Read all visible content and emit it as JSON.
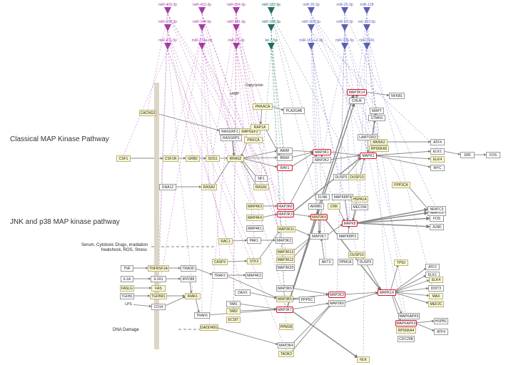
{
  "sections": {
    "classical": "Classical MAP Kinase Pathway",
    "jnk": "JNK and p38 MAP kinase pathway"
  },
  "stimuli": {
    "stress": [
      "Serum, Cytotoxic Drugs, irradiation",
      "heatshock, ROS, Stress"
    ],
    "dna": "DNA Damage"
  },
  "mirnas": [
    {
      "id": "m1",
      "label": "miR-409-3p",
      "color": "#a53aa5"
    },
    {
      "id": "m2",
      "label": "miR-410-3p",
      "color": "#a53aa5"
    },
    {
      "id": "m3",
      "label": "miR-654-3p",
      "color": "#a53aa5"
    },
    {
      "id": "m4",
      "label": "miR-182-5p",
      "color": "#1f6e63"
    },
    {
      "id": "m5",
      "label": "miR-26-3p",
      "color": "#5a5fb4"
    },
    {
      "id": "m6",
      "label": "miR-25-3p",
      "color": "#5a5fb4"
    },
    {
      "id": "m7",
      "label": "miR-128",
      "color": "#5a5fb4"
    },
    {
      "id": "m8",
      "label": "miR-136-3p",
      "color": "#a53aa5"
    },
    {
      "id": "m9",
      "label": "miR-144-5p",
      "color": "#a53aa5"
    },
    {
      "id": "m10",
      "label": "miR-381-3p",
      "color": "#a53aa5"
    },
    {
      "id": "m11",
      "label": "miR-183-3p",
      "color": "#1f6e63"
    },
    {
      "id": "m12",
      "label": "miR-223-3p",
      "color": "#5a5fb4"
    },
    {
      "id": "m13",
      "label": "miR-23-3p",
      "color": "#5a5fb4"
    },
    {
      "id": "m14",
      "label": "mir-223-5p",
      "color": "#5a5fb4"
    },
    {
      "id": "m15",
      "label": "miR-411-5p",
      "color": "#a53aa5"
    },
    {
      "id": "m16",
      "label": "miR-374a-3p",
      "color": "#a53aa5"
    },
    {
      "id": "m17",
      "label": "miR-27-3p",
      "color": "#a53aa5"
    },
    {
      "id": "m18",
      "label": "let-7-5p",
      "color": "#1f6e63"
    },
    {
      "id": "m19",
      "label": "miR-181a-2-3p",
      "color": "#5a5fb4"
    },
    {
      "id": "m20",
      "label": "miR-106-5p",
      "color": "#5a5fb4"
    },
    {
      "id": "m21",
      "label": "miR-1041",
      "color": "#5a5fb4"
    }
  ],
  "metabolites": [
    "Diglyceride",
    "cAMP"
  ],
  "nodes": [
    {
      "id": "CACNG3",
      "label": "CACNG3",
      "style": "y"
    },
    {
      "id": "CSF1",
      "label": "CSF1",
      "style": "y"
    },
    {
      "id": "CSF1R",
      "label": "CSF1R",
      "style": "y"
    },
    {
      "id": "GRB2",
      "label": "GRB2",
      "style": "y"
    },
    {
      "id": "SOS1",
      "label": "SOS1",
      "style": "y"
    },
    {
      "id": "RRAS2",
      "label": "RRAS2",
      "style": "y"
    },
    {
      "id": "RASGRF1",
      "label": "RASGRF1",
      "style": "w"
    },
    {
      "id": "RAPGEF2",
      "label": "RAPGEF2",
      "style": "y"
    },
    {
      "id": "RASGRP1",
      "label": "RASGRP1",
      "style": "w"
    },
    {
      "id": "PRKACA",
      "label": "PRKACA",
      "style": "y"
    },
    {
      "id": "PLA2G4B",
      "label": "PLA2G4B",
      "style": "w"
    },
    {
      "id": "RAP1A",
      "label": "RAP1A",
      "style": "y"
    },
    {
      "id": "PRKCA",
      "label": "PRKCA",
      "style": "y"
    },
    {
      "id": "ARAF",
      "label": "ARAF",
      "style": "w"
    },
    {
      "id": "BRAF",
      "label": "BRAF",
      "style": "w"
    },
    {
      "id": "RAF1",
      "label": "RAF1",
      "style": "r"
    },
    {
      "id": "NF1",
      "label": "NF1",
      "style": "w"
    },
    {
      "id": "RASA1",
      "label": "RASA1",
      "style": "y"
    },
    {
      "id": "RASA2",
      "label": "RASA2",
      "style": "y"
    },
    {
      "id": "GNA12",
      "label": "GNA12",
      "style": "w"
    },
    {
      "id": "MAP3K14",
      "label": "MAP3K14",
      "style": "r"
    },
    {
      "id": "NFKB1",
      "label": "NFKB1",
      "style": "w"
    },
    {
      "id": "CHUK",
      "label": "CHUK",
      "style": "w"
    },
    {
      "id": "MAPT",
      "label": "MAPT",
      "style": "w"
    },
    {
      "id": "STMN1",
      "label": "STMN1",
      "style": "w"
    },
    {
      "id": "LAMTOR3",
      "label": "LAMTOR3",
      "style": "w"
    },
    {
      "id": "MAP3K1",
      "label": "MAP3K1",
      "style": "r"
    },
    {
      "id": "MAP2K2",
      "label": "MAP2K2",
      "style": "w"
    },
    {
      "id": "MAPK1",
      "label": "MAPK1",
      "style": "r"
    },
    {
      "id": "MKNK2",
      "label": "MKNK2",
      "style": "y"
    },
    {
      "id": "RPS6KA5",
      "label": "RPS6KA5",
      "style": "y"
    },
    {
      "id": "ATF4a",
      "label": "ATF4",
      "style": "w"
    },
    {
      "id": "ELK1a",
      "label": "ELK1",
      "style": "w"
    },
    {
      "id": "ELK4a",
      "label": "ELK4",
      "style": "y"
    },
    {
      "id": "MYC",
      "label": "MYC",
      "style": "w"
    },
    {
      "id": "SRF",
      "label": "SRF",
      "style": "w"
    },
    {
      "id": "FOS",
      "label": "FOS",
      "style": "w"
    },
    {
      "id": "DUSP3",
      "label": "DUSP3",
      "style": "w"
    },
    {
      "id": "DUSP10a",
      "label": "DUSP10",
      "style": "y"
    },
    {
      "id": "PPP3CA",
      "label": "PPP3CA",
      "style": "y"
    },
    {
      "id": "NFATC1",
      "label": "NFATC1",
      "style": "w"
    },
    {
      "id": "NFATC3",
      "label": "NFATC3",
      "style": "w"
    },
    {
      "id": "FOS2",
      "label": "FOS",
      "style": "w"
    },
    {
      "id": "JUND",
      "label": "JUND",
      "style": "w"
    },
    {
      "id": "MAPK8IP3",
      "label": "MAPK8IP3",
      "style": "w"
    },
    {
      "id": "FLNA",
      "label": "FLNA",
      "style": "w"
    },
    {
      "id": "ARRB1",
      "label": "ARRB1",
      "style": "w"
    },
    {
      "id": "CRK",
      "label": "CRK",
      "style": "y"
    },
    {
      "id": "HSPA1A",
      "label": "HSPA1A",
      "style": "y"
    },
    {
      "id": "MECOM",
      "label": "MECOM",
      "style": "w"
    },
    {
      "id": "MAP3K4",
      "label": "MAP3K4",
      "style": "yr"
    },
    {
      "id": "MAPK8",
      "label": "MAPK8",
      "style": "r"
    },
    {
      "id": "MAP3K8",
      "label": "MAP3K8",
      "style": "r"
    },
    {
      "id": "MAP3K3",
      "label": "MAP3K3",
      "style": "r"
    },
    {
      "id": "MAP4K3",
      "label": "MAP4K3",
      "style": "y"
    },
    {
      "id": "MAP4K4",
      "label": "MAP4K4",
      "style": "y"
    },
    {
      "id": "MAP4K1",
      "label": "MAP4K1",
      "style": "w"
    },
    {
      "id": "MAP3K11",
      "label": "MAP3K11",
      "style": "y"
    },
    {
      "id": "MAP2K7",
      "label": "MAP2K7",
      "style": "w"
    },
    {
      "id": "MAPK8IP2",
      "label": "MAPK8IP2",
      "style": "w"
    },
    {
      "id": "RAC1",
      "label": "RAC1",
      "style": "y"
    },
    {
      "id": "PAK1",
      "label": "PAK1",
      "style": "w"
    },
    {
      "id": "MAP3K2",
      "label": "MAP3K2",
      "style": "w"
    },
    {
      "id": "CASP3",
      "label": "CASP3",
      "style": "y"
    },
    {
      "id": "STK3",
      "label": "STK3",
      "style": "y"
    },
    {
      "id": "MAP3K13",
      "label": "MAP3K13",
      "style": "y"
    },
    {
      "id": "MAP3K12",
      "label": "MAP3K12",
      "style": "y"
    },
    {
      "id": "MAP3K20",
      "label": "MAP3K20",
      "style": "w"
    },
    {
      "id": "AKT3",
      "label": "AKT3",
      "style": "w"
    },
    {
      "id": "PPM1A",
      "label": "PPM1A",
      "style": "w"
    },
    {
      "id": "DUSP3b",
      "label": "DUSP3",
      "style": "w"
    },
    {
      "id": "DUSP10b",
      "label": "DUSP10",
      "style": "y"
    },
    {
      "id": "TP53",
      "label": "TP53",
      "style": "y"
    },
    {
      "id": "ATF2",
      "label": "ATF2",
      "style": "w"
    },
    {
      "id": "ELK1b",
      "label": "ELK1",
      "style": "w"
    },
    {
      "id": "TNF",
      "label": "TNF",
      "style": "w"
    },
    {
      "id": "TNFRSF1A",
      "label": "TNFRSF1A",
      "style": "y"
    },
    {
      "id": "TRADD",
      "label": "TRADD",
      "style": "w"
    },
    {
      "id": "IL1A",
      "label": "IL1A",
      "style": "w"
    },
    {
      "id": "IL1R1",
      "label": "IL1R1",
      "style": "w"
    },
    {
      "id": "MYD88",
      "label": "MYD88",
      "style": "w"
    },
    {
      "id": "FASLG",
      "label": "FASLG",
      "style": "y"
    },
    {
      "id": "FAS",
      "label": "FAS",
      "style": "y"
    },
    {
      "id": "TGFB1",
      "label": "TGFB1",
      "style": "w"
    },
    {
      "id": "TGFBR1",
      "label": "TGFBR1",
      "style": "y"
    },
    {
      "id": "IRAK1",
      "label": "IRAK1",
      "style": "y"
    },
    {
      "id": "LPS",
      "label": "LPS",
      "style": "t"
    },
    {
      "id": "CD14",
      "label": "CD14",
      "style": "w"
    },
    {
      "id": "TRAF2",
      "label": "TRAF2",
      "style": "w"
    },
    {
      "id": "MAP4K2",
      "label": "MAP4K2",
      "style": "w"
    },
    {
      "id": "DAXX",
      "label": "DAXX",
      "style": "w"
    },
    {
      "id": "MAP3K6",
      "label": "MAP3K6",
      "style": "w"
    },
    {
      "id": "MAP3K5",
      "label": "MAP3K5",
      "style": "y"
    },
    {
      "id": "MAP2K3",
      "label": "MAP2K3",
      "style": "r"
    },
    {
      "id": "MAP2K6",
      "label": "MAP2K6",
      "style": "w"
    },
    {
      "id": "PPP5C",
      "label": "PPP5C",
      "style": "w"
    },
    {
      "id": "MAPK14",
      "label": "MAPK14",
      "style": "r"
    },
    {
      "id": "ELK4b",
      "label": "ELK4",
      "style": "y"
    },
    {
      "id": "DDIT3",
      "label": "DDIT3",
      "style": "w"
    },
    {
      "id": "MAX",
      "label": "MAX",
      "style": "y"
    },
    {
      "id": "MEF2C",
      "label": "MEF2C",
      "style": "y"
    },
    {
      "id": "TAB1",
      "label": "TAB1",
      "style": "w"
    },
    {
      "id": "TAB2",
      "label": "TAB2",
      "style": "y"
    },
    {
      "id": "ECSIT",
      "label": "ECSIT",
      "style": "y"
    },
    {
      "id": "TRAF6",
      "label": "TRAF6",
      "style": "w"
    },
    {
      "id": "MAP3K7",
      "label": "MAP3K7",
      "style": "r"
    },
    {
      "id": "GADD45G",
      "label": "GADD45G",
      "style": "y"
    },
    {
      "id": "PPM1B",
      "label": "PPM1B",
      "style": "y"
    },
    {
      "id": "MAP3K4b",
      "label": "MAP3K4",
      "style": "w"
    },
    {
      "id": "TAOK3",
      "label": "TAOK3",
      "style": "y"
    },
    {
      "id": "NLK",
      "label": "NLK",
      "style": "y"
    },
    {
      "id": "MAPKAPK5",
      "label": "MAPKAPK5",
      "style": "w"
    },
    {
      "id": "MAPKAPK3",
      "label": "MAPKAPK3",
      "style": "r"
    },
    {
      "id": "HSPB1",
      "label": "HSPB1",
      "style": "w"
    },
    {
      "id": "RPS6KA4",
      "label": "RPS6KA4",
      "style": "y"
    },
    {
      "id": "ATF4b",
      "label": "ATF4",
      "style": "w"
    },
    {
      "id": "CDC25B",
      "label": "CDC25B",
      "style": "w"
    }
  ],
  "edges": [
    [
      "CSF1",
      "CSF1R"
    ],
    [
      "CSF1R",
      "GRB2"
    ],
    [
      "GRB2",
      "SOS1"
    ],
    [
      "SOS1",
      "RRAS2"
    ],
    [
      "RRAS2",
      "ARAF"
    ],
    [
      "RRAS2",
      "BRAF"
    ],
    [
      "RRAS2",
      "RAF1"
    ],
    [
      "RASGRF1",
      "RRAS2"
    ],
    [
      "RASGRP1",
      "RRAS2"
    ],
    [
      "PRKCA",
      "RRAS2"
    ],
    [
      "RAPGEF2",
      "RAP1A"
    ],
    [
      "RAP1A",
      "BRAF"
    ],
    [
      "PRKACA",
      "RAP1A"
    ],
    [
      "PRKACA",
      "PLA2G4B"
    ],
    [
      "BRAF",
      "MAP3K1"
    ],
    [
      "RAF1",
      "MAP3K1"
    ],
    [
      "ARAF",
      "MAP3K1"
    ],
    [
      "MAP3K1",
      "MAP2K2"
    ],
    [
      "MAP3K1",
      "MAPK1"
    ],
    [
      "MAP2K2",
      "MAPK1"
    ],
    [
      "LAMTOR3",
      "MAPK1"
    ],
    [
      "MAPK1",
      "MKNK2"
    ],
    [
      "MAPK1",
      "RPS6KA5"
    ],
    [
      "MAPK1",
      "ELK1a"
    ],
    [
      "MAPK1",
      "ELK4a"
    ],
    [
      "MAPK1",
      "MYC"
    ],
    [
      "ELK1a",
      "SRF"
    ],
    [
      "SRF",
      "FOS"
    ],
    [
      "MKNK2",
      "ATF4a"
    ],
    [
      "MAPK1",
      "MAPT"
    ],
    [
      "MAPK1",
      "STMN1"
    ],
    [
      "DUSP3",
      "MAPK1"
    ],
    [
      "DUSP10a",
      "MAPK1"
    ],
    [
      "MAP3K14",
      "NFKB1"
    ],
    [
      "MAP3K14",
      "CHUK"
    ],
    [
      "RASA1",
      "RRAS2"
    ],
    [
      "RASA2",
      "RRAS2"
    ],
    [
      "NF1",
      "RRAS2"
    ],
    [
      "GNA12",
      "RASA2"
    ],
    [
      "CACNG3",
      "RASGRF1"
    ],
    [
      "MAP3K8",
      "MAP3K1"
    ],
    [
      "MAP3K3",
      "MAP3K4"
    ],
    [
      "MAP4K3",
      "MAP3K8"
    ],
    [
      "MAP4K4",
      "MAP3K3"
    ],
    [
      "MAP3K4",
      "MAP2K7"
    ],
    [
      "MAP2K7",
      "MAPK8"
    ],
    [
      "MAP3K11",
      "MAP2K7"
    ],
    [
      "MAPK8IP3",
      "MAPK8"
    ],
    [
      "CRK",
      "MAPK8"
    ],
    [
      "MAPK8",
      "NFATC1"
    ],
    [
      "MAPK8",
      "NFATC3"
    ],
    [
      "MAPK8",
      "FOS2"
    ],
    [
      "MAPK8",
      "JUND"
    ],
    [
      "PPP3CA",
      "NFATC1"
    ],
    [
      "RAC1",
      "PAK1"
    ],
    [
      "PAK1",
      "MAP3K2"
    ],
    [
      "CASP3",
      "STK3"
    ],
    [
      "MAP3K13",
      "MAP2K7"
    ],
    [
      "MAP3K12",
      "MAP2K7"
    ],
    [
      "AKT3",
      "MAP2K7"
    ],
    [
      "MAPK14",
      "ATF2"
    ],
    [
      "MAPK14",
      "ELK1b"
    ],
    [
      "MAPK14",
      "TP53"
    ],
    [
      "DUSP10b",
      "MAPK14"
    ],
    [
      "TNF",
      "TNFRSF1A"
    ],
    [
      "TNFRSF1A",
      "TRADD"
    ],
    [
      "IL1A",
      "IL1R1"
    ],
    [
      "IL1R1",
      "MYD88"
    ],
    [
      "FASLG",
      "FAS"
    ],
    [
      "TGFB1",
      "TGFBR1"
    ],
    [
      "TGFBR1",
      "IRAK1"
    ],
    [
      "LPS",
      "CD14"
    ],
    [
      "MYD88",
      "IRAK1"
    ],
    [
      "TRADD",
      "TRAF2"
    ],
    [
      "TRAF2",
      "MAP4K2"
    ],
    [
      "TRAF2",
      "MAP3K5"
    ],
    [
      "DAXX",
      "MAP3K5"
    ],
    [
      "MAP3K5",
      "MAP2K3"
    ],
    [
      "MAP3K6",
      "MAP2K3"
    ],
    [
      "MAP2K3",
      "MAPK14"
    ],
    [
      "MAP2K6",
      "MAPK14"
    ],
    [
      "PPP5C",
      "MAP3K5"
    ],
    [
      "MAPK14",
      "ELK4b"
    ],
    [
      "MAPK14",
      "DDIT3"
    ],
    [
      "MAPK14",
      "MAX"
    ],
    [
      "MAPK14",
      "MEF2C"
    ],
    [
      "MAPK14",
      "MAPKAPK3"
    ],
    [
      "MAPK14",
      "MAPKAPK5"
    ],
    [
      "MAPKAPK3",
      "HSPB1"
    ],
    [
      "MAPKAPK3",
      "ATF4b"
    ],
    [
      "TAB1",
      "MAP3K7"
    ],
    [
      "TAB2",
      "MAP3K7"
    ],
    [
      "TRAF6",
      "MAP3K7"
    ],
    [
      "MAP3K7",
      "MAP2K6"
    ],
    [
      "GADD45G",
      "MAP3K4b"
    ],
    [
      "MAP3K4b",
      "MAP2K6"
    ],
    [
      "MAP3K7",
      "NLK"
    ],
    [
      "TAOK3",
      "MAP2K6"
    ],
    [
      "IRAK1",
      "TRAF6"
    ],
    [
      "MAP3K7",
      "CHUK"
    ],
    [
      "MAP3K7",
      "MAP3K14"
    ],
    [
      "MAP3K3",
      "MAPK1"
    ],
    [
      "MAP3K4",
      "MAPK14"
    ],
    [
      "MAPK8IP2",
      "MAPK8"
    ],
    [
      "FLNA",
      "MAP2K7"
    ],
    [
      "ARRB1",
      "MAP3K4"
    ],
    [
      "MECOM",
      "MAPK8"
    ],
    [
      "HSPA1A",
      "MAPK8"
    ],
    [
      "CD14",
      "IRAK1"
    ],
    [
      "STK3",
      "MAP3K11"
    ]
  ]
}
